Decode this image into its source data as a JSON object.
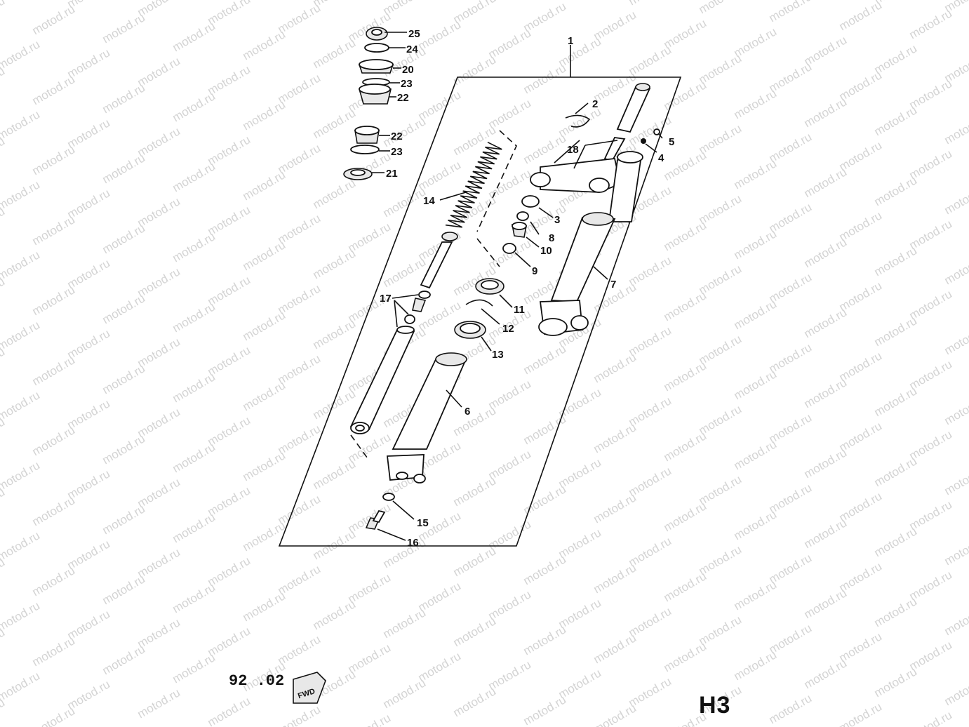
{
  "watermark": "motod.ru",
  "callouts": [
    {
      "id": "c1",
      "text": "1"
    },
    {
      "id": "c2",
      "text": "2"
    },
    {
      "id": "c3",
      "text": "3"
    },
    {
      "id": "c4",
      "text": "4"
    },
    {
      "id": "c5",
      "text": "5"
    },
    {
      "id": "c6",
      "text": "6"
    },
    {
      "id": "c7",
      "text": "7"
    },
    {
      "id": "c8",
      "text": "8"
    },
    {
      "id": "c9",
      "text": "9"
    },
    {
      "id": "c10",
      "text": "10"
    },
    {
      "id": "c11",
      "text": "11"
    },
    {
      "id": "c12",
      "text": "12"
    },
    {
      "id": "c13",
      "text": "13"
    },
    {
      "id": "c14",
      "text": "14"
    },
    {
      "id": "c15",
      "text": "15"
    },
    {
      "id": "c16",
      "text": "16"
    },
    {
      "id": "c17",
      "text": "17"
    },
    {
      "id": "c18",
      "text": "18"
    },
    {
      "id": "c20",
      "text": "20"
    },
    {
      "id": "c21",
      "text": "21"
    },
    {
      "id": "c22a",
      "text": "22"
    },
    {
      "id": "c22b",
      "text": "22"
    },
    {
      "id": "c23a",
      "text": "23"
    },
    {
      "id": "c23b",
      "text": "23"
    },
    {
      "id": "c24",
      "text": "24"
    },
    {
      "id": "c25",
      "text": "25"
    }
  ],
  "bottom_code": "92 .02",
  "fwd_stamp": "FWD",
  "page_code": "H3"
}
